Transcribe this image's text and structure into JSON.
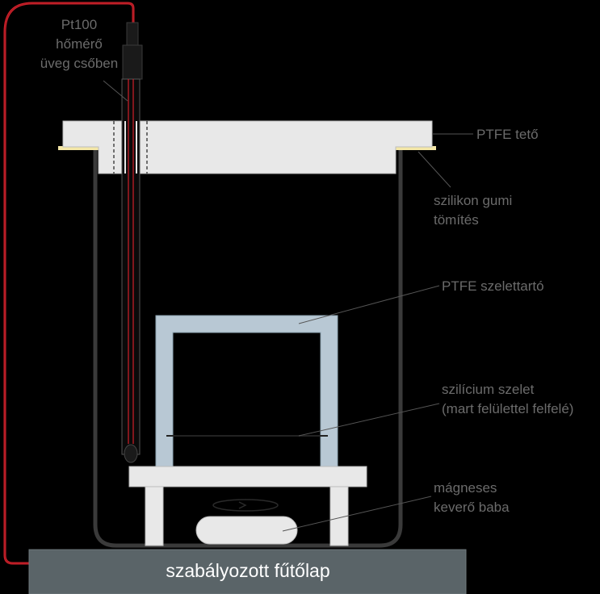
{
  "labels": {
    "thermometer_line1": "Pt100",
    "thermometer_line2": "hőmérő",
    "thermometer_line3": "üveg csőben",
    "lid": "PTFE tető",
    "seal_line1": "szilikon gumi",
    "seal_line2": "tömítés",
    "holder": "PTFE szelettartó",
    "wafer_line1": "szilícium szelet",
    "wafer_line2": "(mart felülettel felfelé)",
    "stirrer_line1": "mágneses",
    "stirrer_line2": "keverő baba",
    "hotplate": "szabályozott fűtőlap"
  },
  "colors": {
    "background": "#000000",
    "wire": "#d0202a",
    "beaker_outline": "#3a3a3a",
    "ptfe": "#e8e8e8",
    "holder": "#b8c8d4",
    "seal": "#f4e7a8",
    "hotplate": "#5a6468",
    "label_text": "#6b6b6b",
    "hotplate_text": "#ffffff"
  }
}
